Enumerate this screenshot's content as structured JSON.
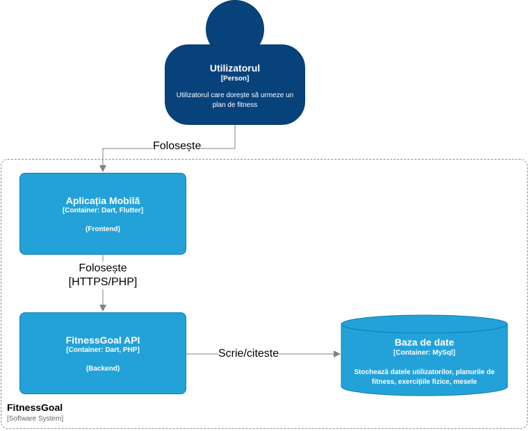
{
  "person": {
    "title": "Utilizatorul",
    "type": "[Person]",
    "description": "Utilizatorul care dorește să urmeze un plan de fitness"
  },
  "system": {
    "title": "FitnessGoal",
    "type": "[Software System]"
  },
  "mobile_app": {
    "title": "Aplicația Mobilă",
    "tech": "[Container: Dart, Flutter]",
    "description": "(Frontend)"
  },
  "api": {
    "title": "FitnessGoal API",
    "tech": "[Container: Dart, PHP]",
    "description": "(Backend)"
  },
  "database": {
    "title": "Baza de date",
    "tech": "[Container: MySql]",
    "description": "Stochează datele utilizatorilor, planurile de fitness, exercițiile fizice, mesele"
  },
  "edges": {
    "person_to_app": "Folosește",
    "app_to_api_line1": "Folosește",
    "app_to_api_line2": "[HTTPS/PHP]",
    "api_to_db": "Scrie/citeste"
  },
  "colors": {
    "person": "#08427b",
    "container": "#23a2d9",
    "arrow": "#828282",
    "boundary": "#8c8c8c"
  }
}
